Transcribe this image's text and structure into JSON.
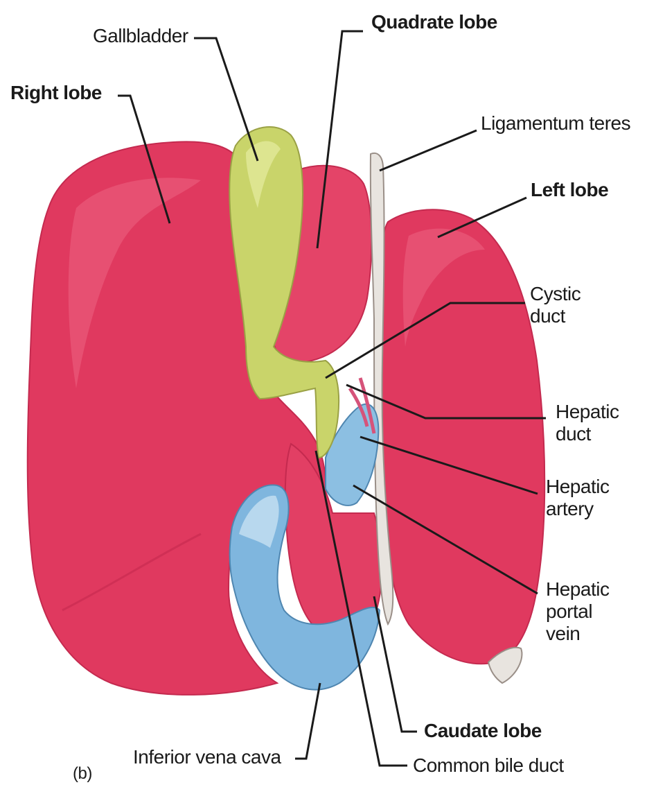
{
  "figure": {
    "panel_letter": "(b)",
    "colors": {
      "liver": "#e0395f",
      "liver_dark": "#c42a4f",
      "liver_light": "#ef6c8a",
      "gallbladder": "#c9d46a",
      "vein": "#7fb6de",
      "vein_light": "#b8d8ee",
      "ligament": "#e8e4df",
      "leader": "#1a1a1a"
    },
    "labels": {
      "gallbladder": "Gallbladder",
      "quadrate_lobe": "Quadrate lobe",
      "right_lobe": "Right lobe",
      "ligamentum_teres": "Ligamentum teres",
      "left_lobe": "Left lobe",
      "cystic_duct": [
        "Cystic",
        "duct"
      ],
      "hepatic_duct": [
        "Hepatic",
        "duct"
      ],
      "hepatic_artery": [
        "Hepatic",
        "artery"
      ],
      "hepatic_portal_vein": [
        "Hepatic",
        "portal",
        "vein"
      ],
      "caudate_lobe": "Caudate lobe",
      "inferior_vena_cava": "Inferior vena cava",
      "common_bile_duct": "Common bile duct"
    }
  }
}
